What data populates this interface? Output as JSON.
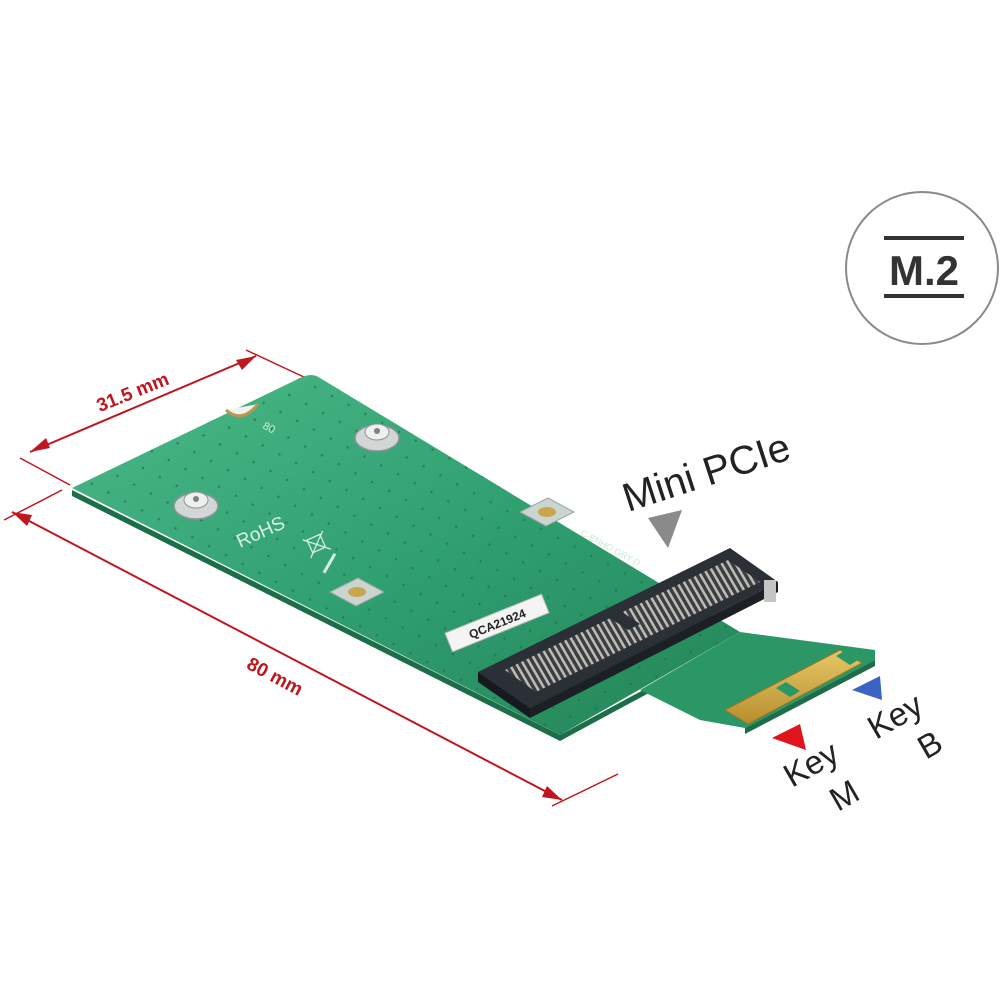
{
  "badge": {
    "label": "M.2"
  },
  "dimensions": {
    "width_label": "31.5 mm",
    "length_label": "80 mm"
  },
  "callout": {
    "label": "Mini PCIe"
  },
  "keys": {
    "key_m": {
      "word": "Key",
      "letter": "M"
    },
    "key_b": {
      "word": "Key",
      "letter": "B"
    }
  },
  "pcb_markings": {
    "rohs": "RoHS",
    "serial": "QCA21924",
    "hole_label": "80",
    "connector_mark": "C-ENHO GRY-D"
  },
  "colors": {
    "dimension": "#c0161e",
    "pcb": "#2f9e6f",
    "key_m_arrow": "#e0141b",
    "key_b_arrow": "#3b63c4",
    "connector": "#2b2f36",
    "gold": "#d1aa45",
    "badge_border": "#8a8a8a",
    "badge_text": "#333333"
  }
}
